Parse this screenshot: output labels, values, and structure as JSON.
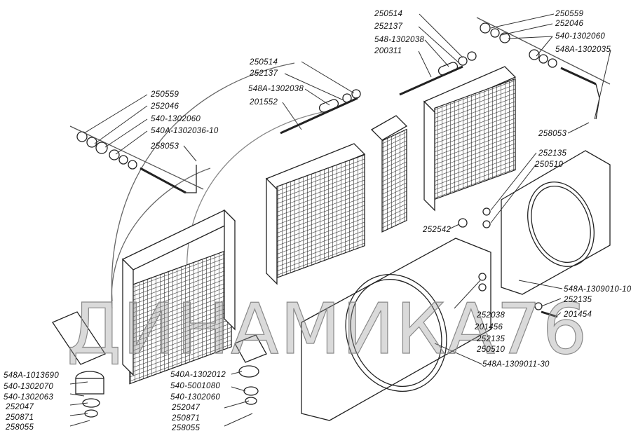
{
  "watermark": "ДИНАМИКА76",
  "labels": {
    "top_center": [
      "250514",
      "252137",
      "548-1302038",
      "200311"
    ],
    "top_right": [
      "250559",
      "252046",
      "540-1302060",
      "548А-1302035"
    ],
    "mid_center": [
      "250514",
      "252137",
      "548А-1302038",
      "201552"
    ],
    "left_upper": [
      "250559",
      "252046",
      "540-1302060",
      "540А-1302036-10",
      "258053"
    ],
    "right_mid": [
      "258053",
      "252135",
      "250510"
    ],
    "bolt_center": "252542",
    "right_lower": [
      "548А-1309010-10",
      "252135",
      "201454"
    ],
    "center_lower": [
      "252038",
      "201456",
      "252135",
      "250510",
      "548А-1309011-30"
    ],
    "bottom_left": [
      "548А-1013690",
      "540-1302070",
      "540-1302063",
      "252047",
      "250871",
      "258055"
    ],
    "bottom_center": [
      "540А-1302012",
      "540-5001080",
      "540-1302060",
      "252047",
      "250871",
      "258055"
    ]
  }
}
